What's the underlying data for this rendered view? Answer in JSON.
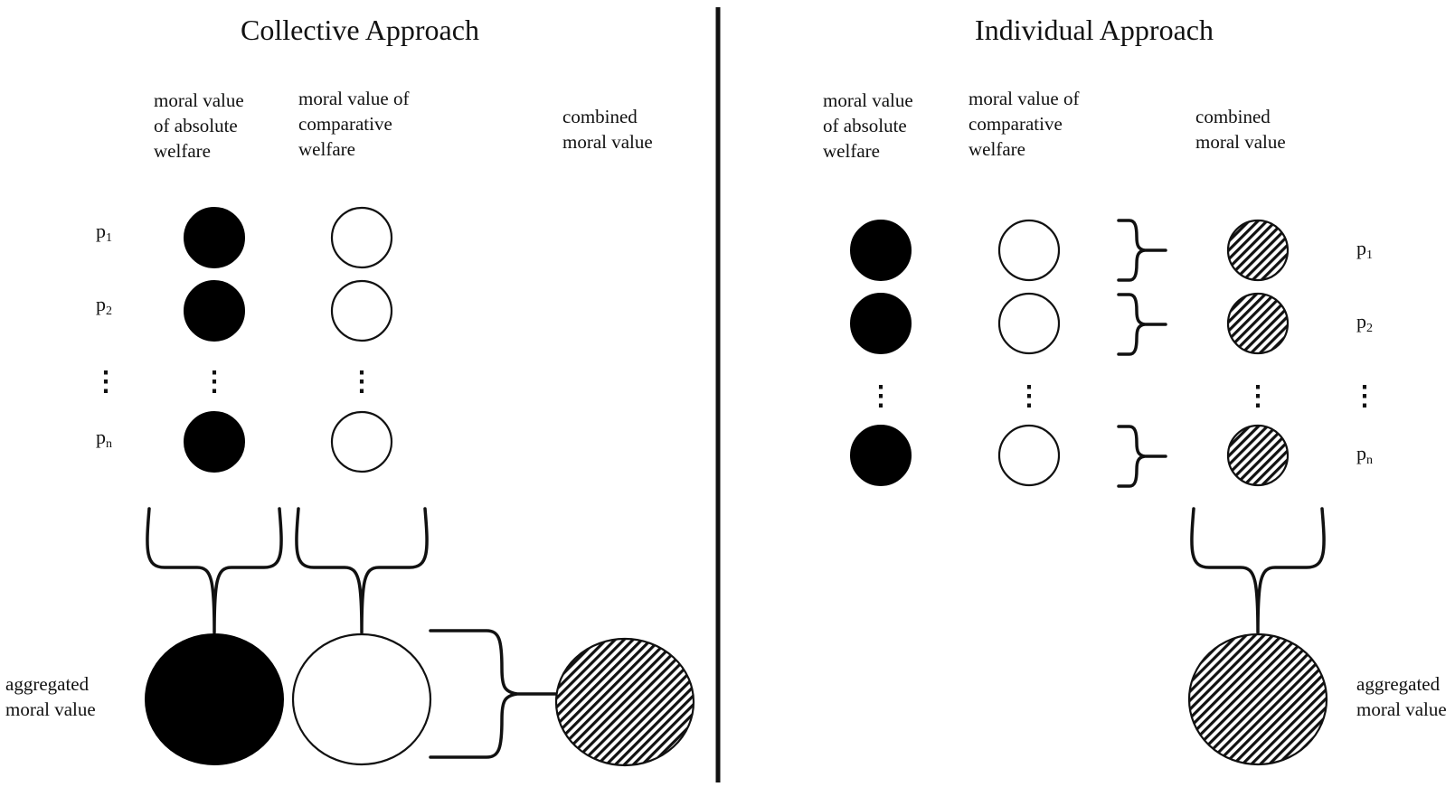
{
  "colors": {
    "absolute": "#000000",
    "comparative": "#ffffff",
    "combined": "hatched"
  },
  "collective": {
    "title": "Collective Approach",
    "headers": {
      "absolute": [
        "moral value",
        "of absolute",
        "welfare"
      ],
      "comparative": [
        "moral value of",
        "comparative",
        "welfare"
      ],
      "combined": [
        "combined",
        "moral value"
      ]
    },
    "persons": [
      "p",
      "p",
      "p"
    ],
    "person_subscripts": [
      "1",
      "2",
      "n"
    ],
    "ellipsis": "⋮",
    "aggregated_label": [
      "aggregated",
      "moral value"
    ]
  },
  "individual": {
    "title": "Individual Approach",
    "headers": {
      "absolute": [
        "moral value",
        "of absolute",
        "welfare"
      ],
      "comparative": [
        "moral value of",
        "comparative",
        "welfare"
      ],
      "combined": [
        "combined",
        "moral value"
      ]
    },
    "persons": [
      "p",
      "p",
      "p"
    ],
    "person_subscripts": [
      "1",
      "2",
      "n"
    ],
    "ellipsis": "⋮",
    "aggregated_label": [
      "aggregated",
      "moral value"
    ]
  }
}
